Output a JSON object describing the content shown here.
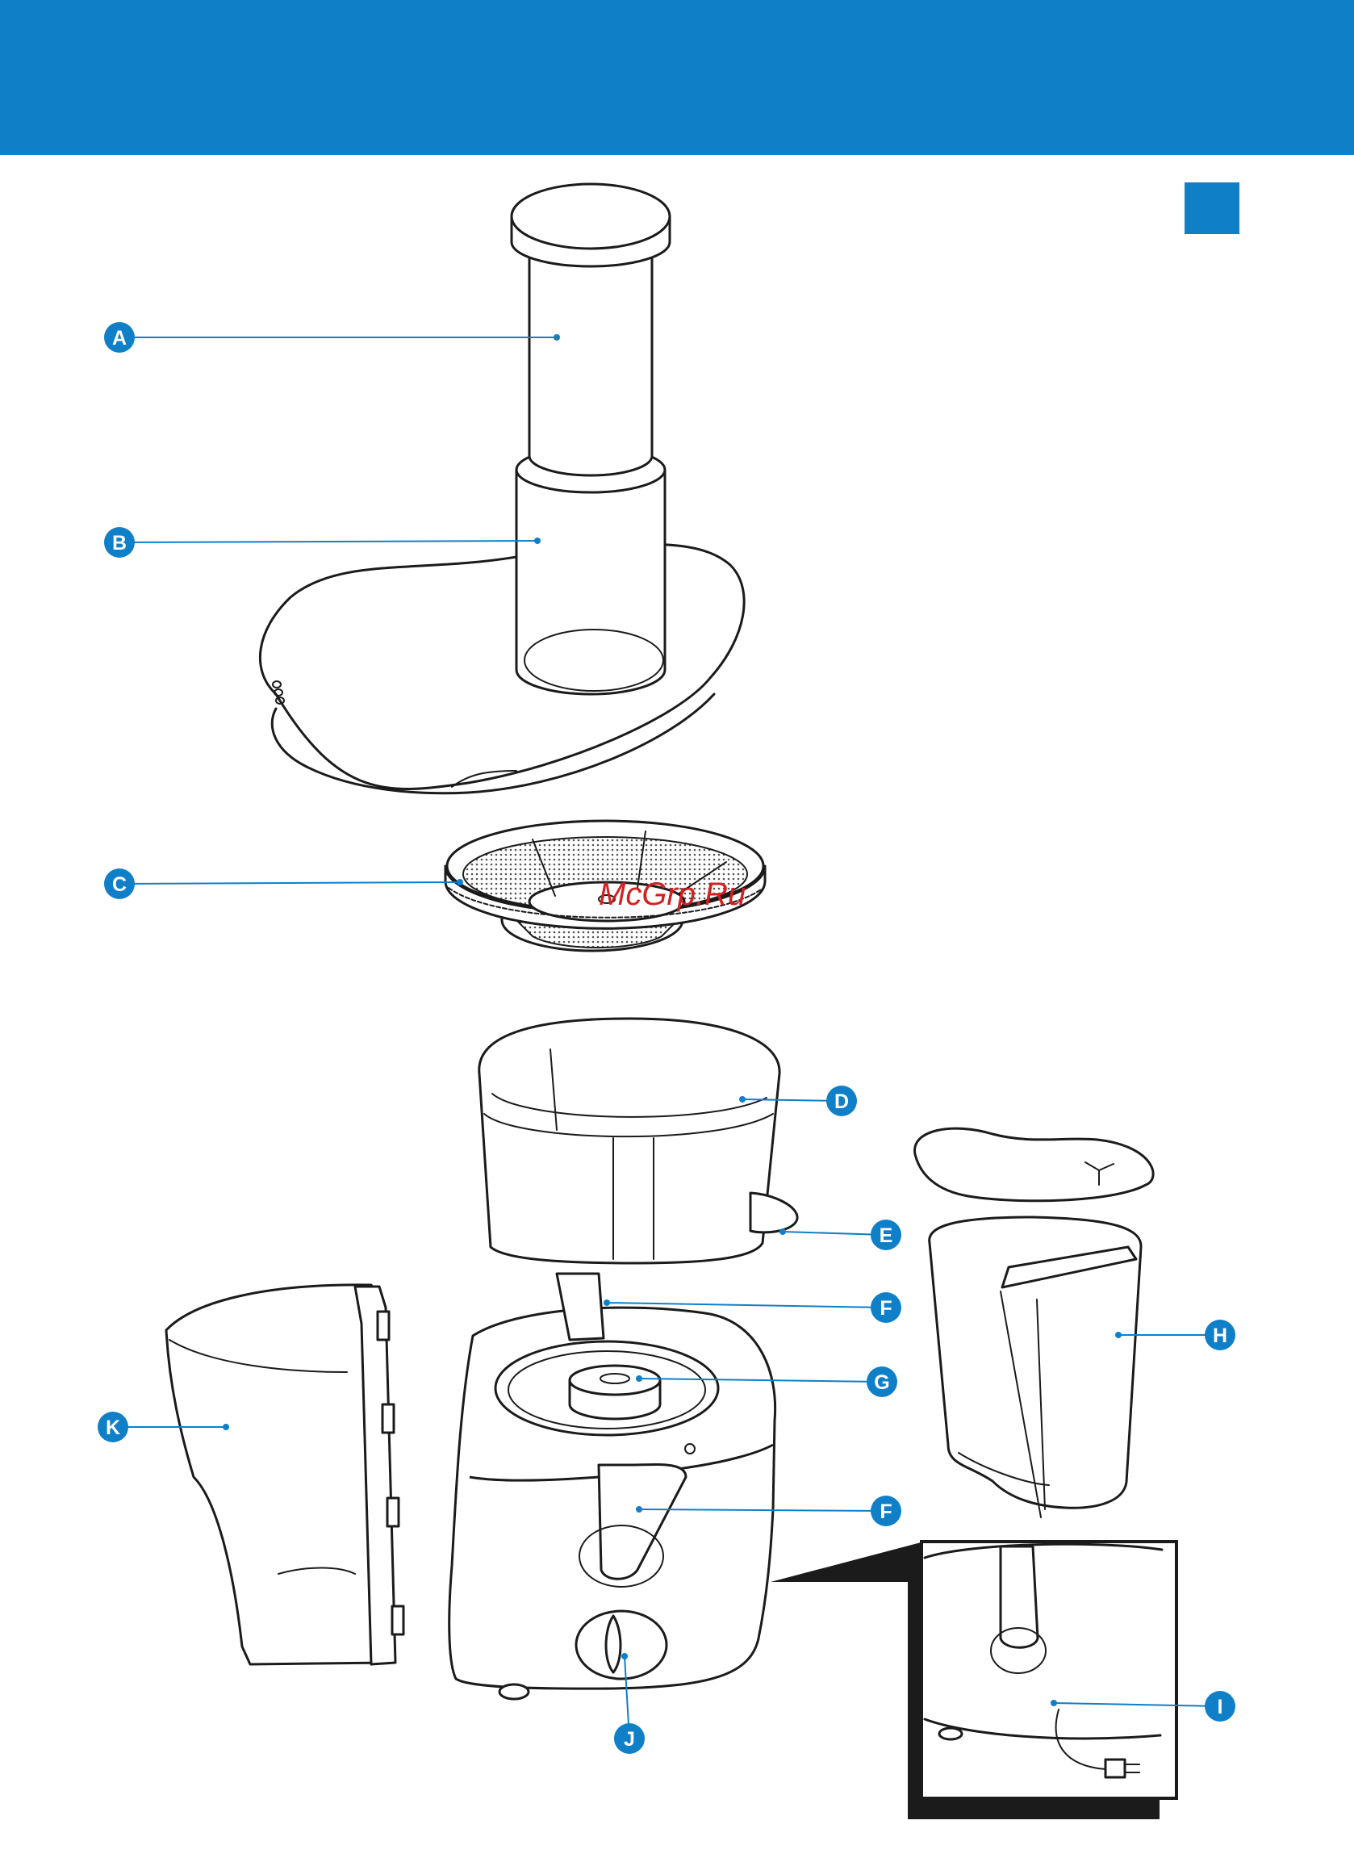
{
  "colors": {
    "brand_blue": "#0f7fc8",
    "watermark_red": "#d42020",
    "line": "#1b1b1b"
  },
  "parts": [
    {
      "letter": "A"
    },
    {
      "letter": "B"
    },
    {
      "letter": "C"
    },
    {
      "letter": "D"
    },
    {
      "letter": "E"
    },
    {
      "letter": "F"
    },
    {
      "letter": "G"
    },
    {
      "letter": "H"
    },
    {
      "letter": "I"
    },
    {
      "letter": "J"
    },
    {
      "letter": "K"
    },
    {
      "letter": "F"
    }
  ],
  "watermark": "McGrp.Ru"
}
